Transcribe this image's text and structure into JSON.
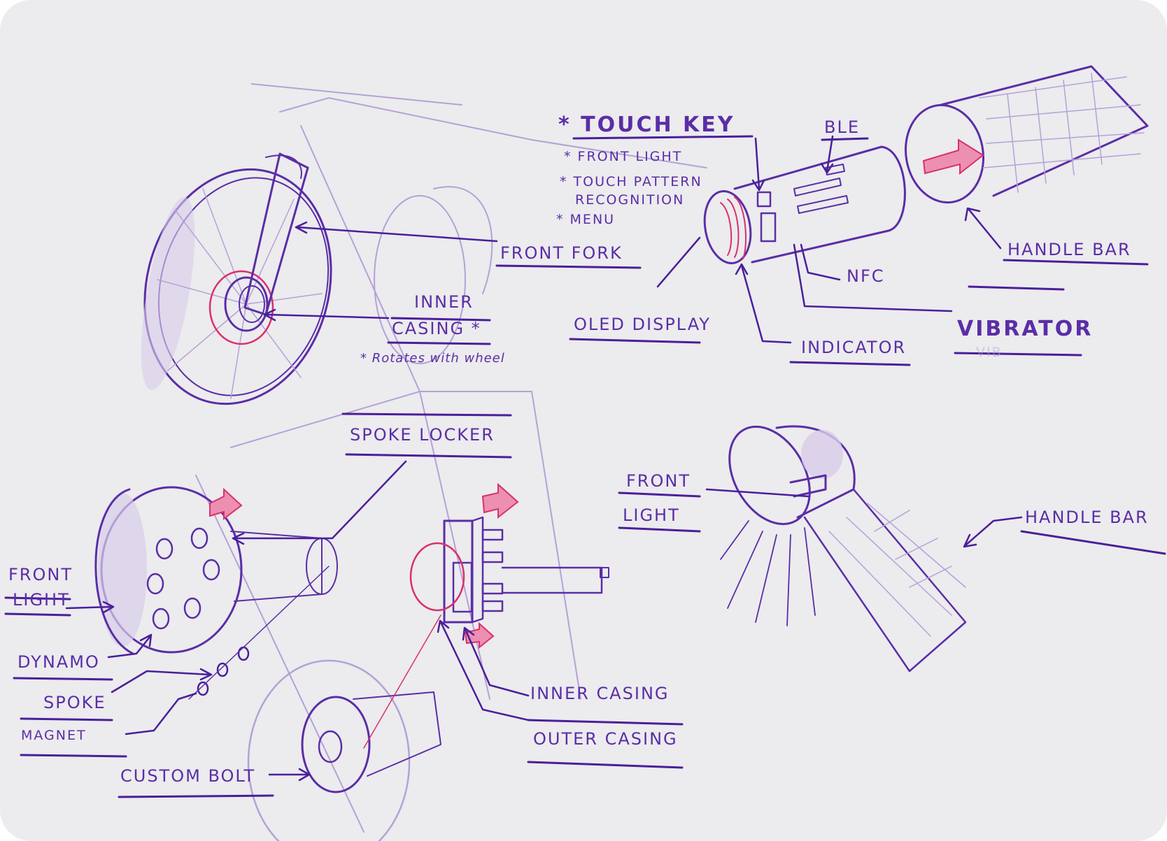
{
  "labels": {
    "touch_key": "* TOUCH KEY",
    "front_light_feature": "* FRONT LIGHT",
    "touch_pattern": "* TOUCH PATTERN",
    "recognition": "RECOGNITION",
    "menu": "* MENU",
    "ble": "BLE",
    "handle_bar_top": "HANDLE BAR",
    "front_fork": "FRONT FORK",
    "inner_casing_top_1": "INNER",
    "inner_casing_top_2": "CASING *",
    "rotates_note": "* Rotates with wheel",
    "oled_display": "OLED DISPLAY",
    "nfc": "NFC",
    "vibrator": "VIBRATOR",
    "vib": "VIB",
    "indicator": "INDICATOR",
    "spoke_locker": "SPOKE LOCKER",
    "front_light_mid_1": "FRONT",
    "front_light_mid_2": "LIGHT",
    "handle_bar_bottom": "HANDLE BAR",
    "front_light_left_1": "FRONT",
    "front_light_left_2": "LIGHT",
    "dynamo": "DYNAMO",
    "spoke": "SPOKE",
    "magnet": "MAGNET",
    "custom_bolt": "CUSTOM BOLT",
    "inner_casing_bottom": "INNER CASING",
    "outer_casing": "OUTER CASING"
  },
  "colors": {
    "paper": "#ecebee",
    "ink": "#5a2ea6",
    "accent": "#d9306e"
  }
}
